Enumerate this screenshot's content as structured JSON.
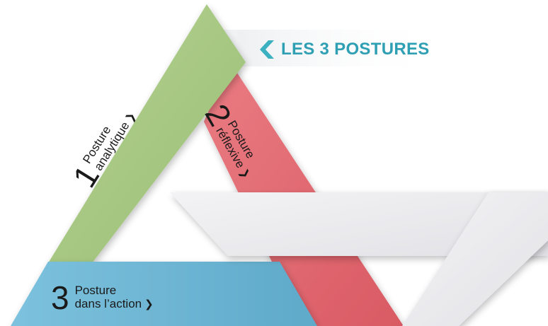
{
  "title": {
    "text": "LES 3 POSTURES"
  },
  "postures": [
    {
      "number": "1",
      "line1": "Posture",
      "line2": "analytique",
      "chevron": "❯"
    },
    {
      "number": "2",
      "line1": "Posture",
      "line2": "réflexive",
      "chevron": "❯"
    },
    {
      "number": "3",
      "line1": "Posture",
      "line2": "dans l’action",
      "chevron": "❯"
    }
  ],
  "colors": {
    "green": "#a9c886",
    "red": "#e46b72",
    "blue": "#6fb8d6",
    "grey": "#ececee",
    "title_text": "#2f9fb3",
    "title_chevron": "#3bb0c0"
  }
}
